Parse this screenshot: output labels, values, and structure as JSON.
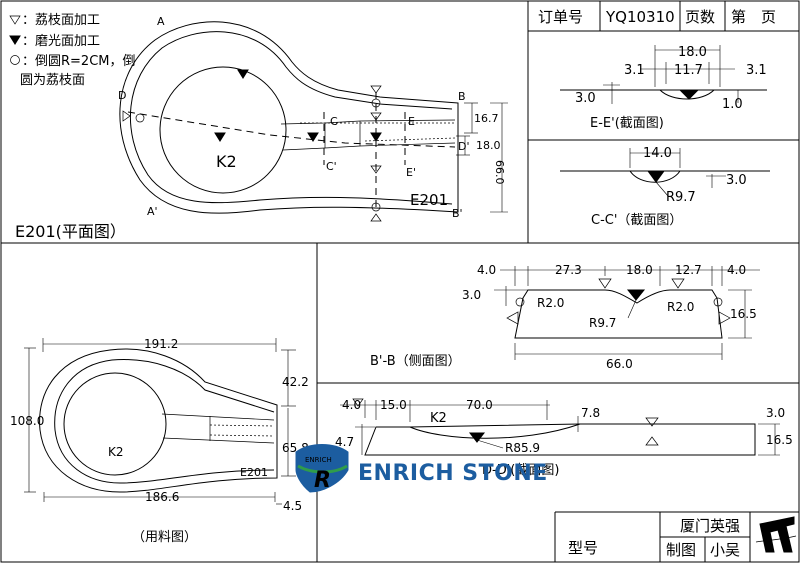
{
  "legend": {
    "matte": "：荔枝面加工",
    "polished": "：磨光面加工",
    "fillet_line1": "：倒圆R=2CM，倒",
    "fillet_line2": "圆为荔枝面"
  },
  "title_block": {
    "order_label": "订单号",
    "order_value": "YQ10310",
    "page_label": "页数",
    "page_value": "第　页",
    "company": "厦门英强",
    "model_label": "型号",
    "drawn_label": "制图",
    "drawn_value": "小吴"
  },
  "plan_view": {
    "caption": "E201(平面图）",
    "point_a": "A",
    "point_a2": "A'",
    "point_b": "B",
    "point_b2": "B'",
    "point_c": "C",
    "point_c2": "C'",
    "point_d": "D",
    "point_d2": "D'",
    "point_e": "E",
    "point_e2": "E'",
    "bowl": "K2",
    "model": "E201",
    "dim_167": "16.7",
    "dim_180": "18.0",
    "dim_660": "66.0"
  },
  "section_ee": {
    "caption": "E-E'(截面图)",
    "dim_total": "18.0",
    "dim_left": "3.1",
    "dim_mid": "11.7",
    "dim_right": "3.1",
    "dim_thick": "3.0",
    "dim_depth": "1.0"
  },
  "section_cc": {
    "caption": "C-C'（截面图）",
    "dim_width": "14.0",
    "dim_thick": "3.0",
    "dim_radius": "R9.7"
  },
  "material_view": {
    "caption": "（用料图）",
    "dim_top": "191.2",
    "dim_bottom": "186.6",
    "dim_left": "108.0",
    "dim_r1": "42.2",
    "dim_r2": "65.8",
    "dim_r3": "4.5",
    "bowl": "K2",
    "model": "E201"
  },
  "side_view": {
    "caption": "B'-B（侧面图）",
    "dim_a": "4.0",
    "dim_b": "27.3",
    "dim_c": "18.0",
    "dim_d": "12.7",
    "dim_e": "4.0",
    "dim_thick": "3.0",
    "dim_height": "16.5",
    "dim_total": "66.0",
    "r_left": "R2.0",
    "r_right": "R2.0",
    "r_mid": "R9.7"
  },
  "section_dd": {
    "caption": "D-D'(截面图)",
    "dim_a": "4.0",
    "dim_b": "15.0",
    "dim_c": "70.0",
    "dim_d": "7.8",
    "dim_left": "4.7",
    "dim_thick": "3.0",
    "dim_height": "16.5",
    "bowl": "K2",
    "radius": "R85.9"
  },
  "watermark": {
    "text": "ENRICH STONE",
    "badge": "ENRICH",
    "letter": "R"
  },
  "colors": {
    "line": "#000000",
    "brand": "#1c5da0",
    "brand_green": "#2f9c4a"
  }
}
